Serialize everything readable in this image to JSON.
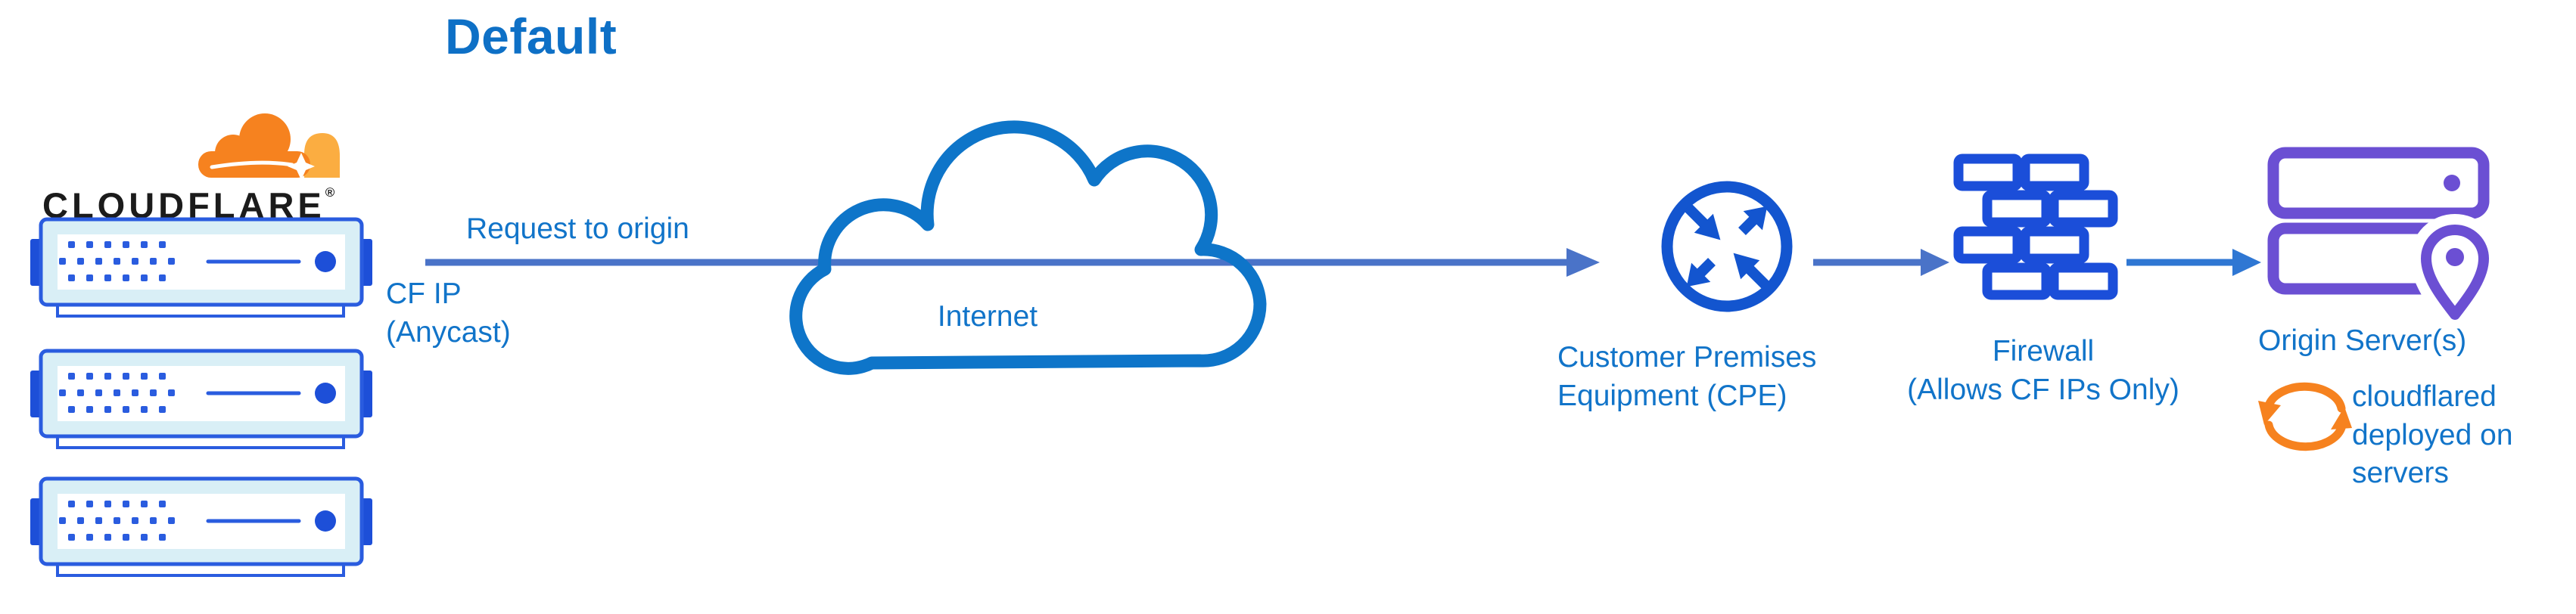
{
  "title": "Default",
  "logo": {
    "wordmark": "CLOUDFLARE",
    "registered_mark": "®"
  },
  "flow": {
    "request_label": "Request to origin",
    "cf_ip_line1": "CF IP",
    "cf_ip_line2": "(Anycast)",
    "internet_label": "Internet",
    "cpe_label_line1": "Customer Premises",
    "cpe_label_line2": "Equipment (CPE)",
    "firewall_label_line1": "Firewall",
    "firewall_label_line2": "(Allows CF IPs Only)",
    "origin_label": "Origin Server(s)",
    "cloudflared_note_line1": "cloudflared",
    "cloudflared_note_line2": "deployed on",
    "cloudflared_note_line3": "servers"
  },
  "icons": {
    "cloudflare_logo": "orange-cloud",
    "edge_servers": "server-rack-stack-x3",
    "internet": "cloud-outline",
    "cpe": "router-circle-with-four-arrows",
    "firewall": "brick-wall",
    "origin_servers": "stacked-servers-with-location-pin",
    "cloudflared": "sync-circular-arrows"
  },
  "colors": {
    "title_blue": "#0E70C6",
    "label_blue": "#1174C9",
    "arrow_blue": "#4A73C8",
    "arrow_blue_bright": "#2F77D3",
    "cloud_stroke_blue": "#0E75C9",
    "icon_royal_blue": "#1B4ED9",
    "cpe_blue": "#1355CF",
    "server_border_blue": "#2A5CDF",
    "server_tab_blue": "#1D4FD8",
    "server_fill_pale": "#D9EFF6",
    "origin_purple": "#6B4FD3",
    "cloudflare_orange": "#F6821F",
    "cloudflare_orange_light": "#FBAD41",
    "wordmark_black": "#1B1B1B"
  }
}
